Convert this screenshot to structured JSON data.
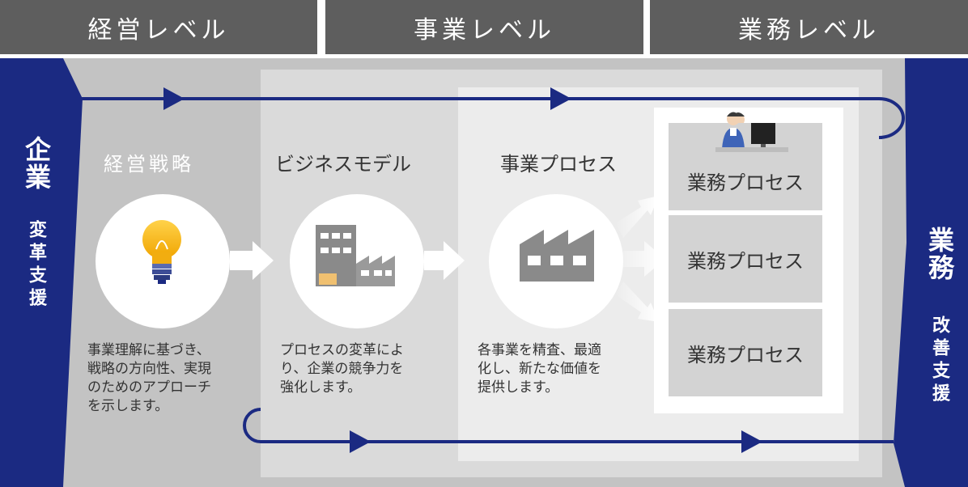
{
  "headers": [
    "経営レベル",
    "事業レベル",
    "業務レベル"
  ],
  "left_side": {
    "title": "企業",
    "sub": "変革支援"
  },
  "right_side": {
    "title": "業務",
    "sub": "改善支援"
  },
  "sections": [
    {
      "title": "経営戦略",
      "desc": [
        "事業理解に基づき、",
        "戦略の方向性、実現",
        "のためのアプローチ",
        "を示します。"
      ]
    },
    {
      "title": "ビジネスモデル",
      "desc": [
        "プロセスの変革によ",
        "り、企業の競争力を",
        "強化します。"
      ]
    },
    {
      "title": "事業プロセス",
      "desc": [
        "各事業を精査、最適",
        "化し、新たな価値を",
        "提供します。"
      ]
    }
  ],
  "process_boxes": [
    "業務プロセス",
    "業務プロセス",
    "業務プロセス"
  ],
  "colors": {
    "navy": "#1b2a82",
    "header": "#5e5e5e",
    "bulb": "#f5b820"
  },
  "icons": [
    "lightbulb-icon",
    "factory-building-icon",
    "factory-icon",
    "office-worker-icon"
  ]
}
